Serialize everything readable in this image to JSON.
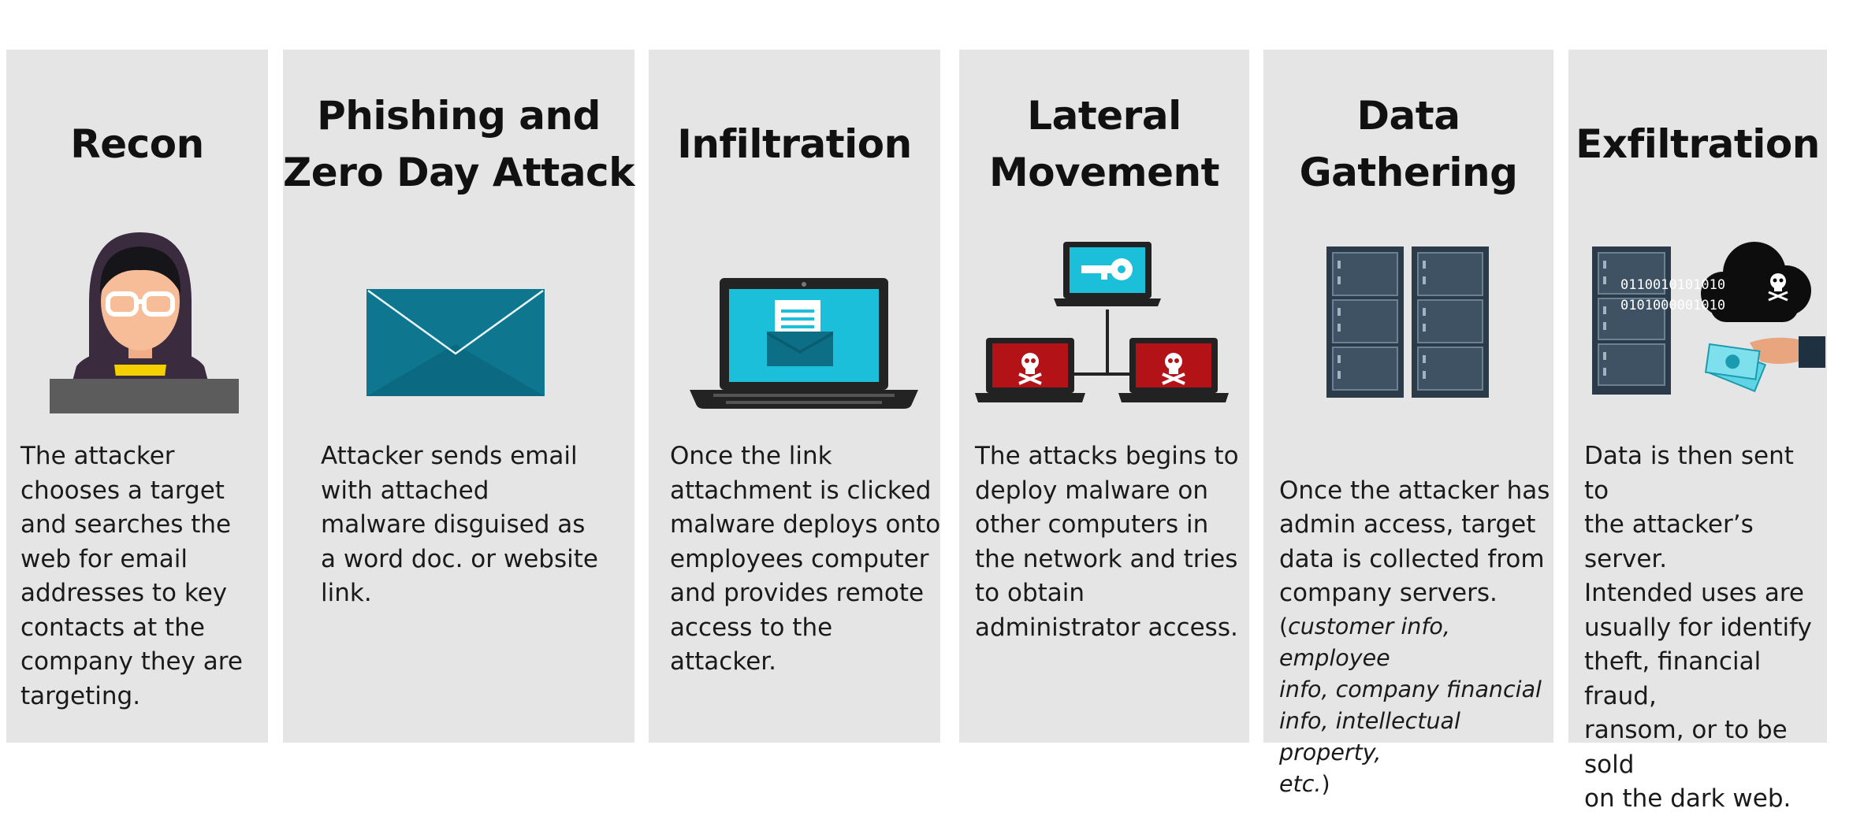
{
  "stages": [
    {
      "title": "Recon",
      "description": "The attacker\nchooses a target\nand searches the\nweb for email\naddresses to key\ncontacts at the\ncompany they are\ntargeting."
    },
    {
      "title": "Phishing and\nZero Day Attack",
      "description": "Attacker sends email\nwith attached\nmalware disguised as\na word doc. or website\nlink."
    },
    {
      "title": "Infiltration",
      "description": "Once the link\nattachment is clicked\nmalware deploys onto\nemployees computer\nand provides  remote\naccess to the attacker."
    },
    {
      "title": "Lateral\nMovement",
      "description": "The attacks begins to\ndeploy malware on\nother computers in\nthe network and tries\nto obtain\nadministrator access."
    },
    {
      "title": "Data\nGathering",
      "description": "Once the attacker has\nadmin access, target\ndata is collected from\ncompany servers.",
      "note_open": "(",
      "note": "customer info, employee\ninfo, company financial\ninfo, intellectual property,\netc.",
      "note_close": ")"
    },
    {
      "title": "Exfiltration",
      "description": "Data is then sent to\nthe attacker’s server.\nIntended uses are\nusually for identify\ntheft, financial fraud,\nransom, or to be sold\non the dark web.",
      "binary_line_1": "0110010101010",
      "binary_line_2": "0101000001010"
    }
  ],
  "colors": {
    "panel_bg": "#e5e5e5",
    "envelope": "#0f7690",
    "screen_cyan": "#1bbfd9",
    "infected_red": "#b31217",
    "server_dark": "#2b3b4a",
    "money_cyan": "#5fd4e4"
  }
}
